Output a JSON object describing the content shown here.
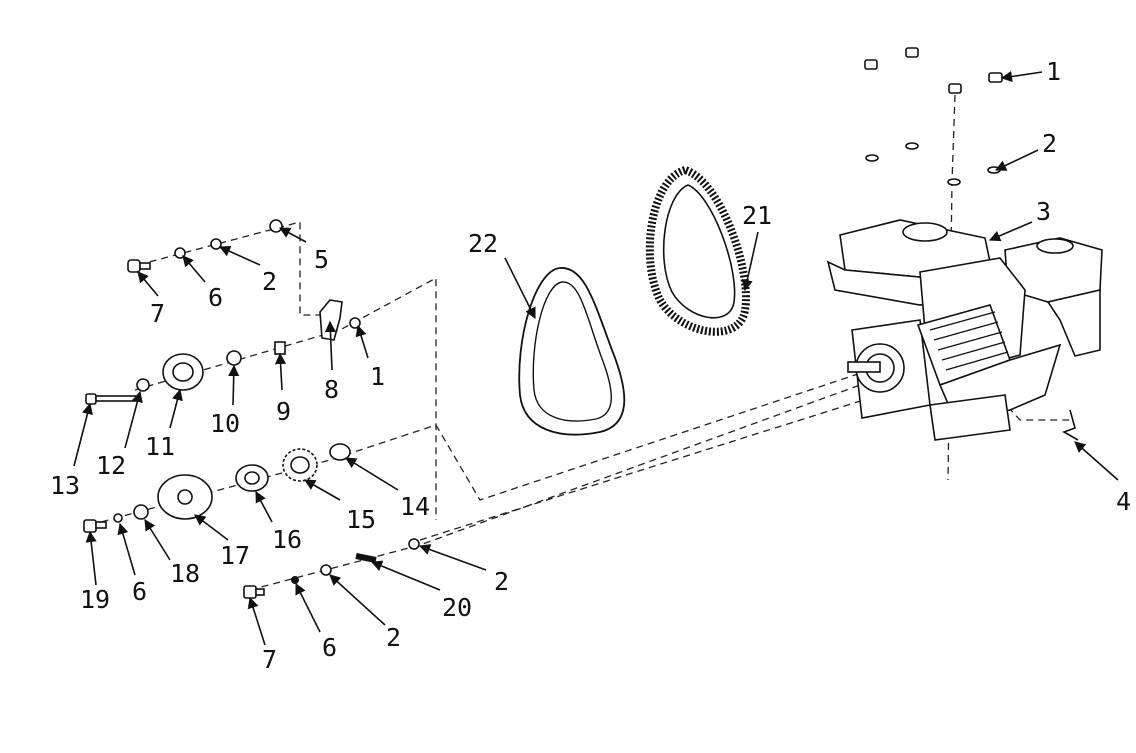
{
  "callouts": {
    "c1a": "1",
    "c1b": "1",
    "c2a": "2",
    "c2b": "2",
    "c2c": "2",
    "c2d": "2",
    "c3": "3",
    "c4": "4",
    "c5": "5",
    "c6a": "6",
    "c6b": "6",
    "c6c": "6",
    "c7a": "7",
    "c7b": "7",
    "c8": "8",
    "c9": "9",
    "c10": "10",
    "c11": "11",
    "c12": "12",
    "c13": "13",
    "c14": "14",
    "c15": "15",
    "c16": "16",
    "c17": "17",
    "c18": "18",
    "c19": "19",
    "c20": "20",
    "c21": "21",
    "c22": "22"
  }
}
